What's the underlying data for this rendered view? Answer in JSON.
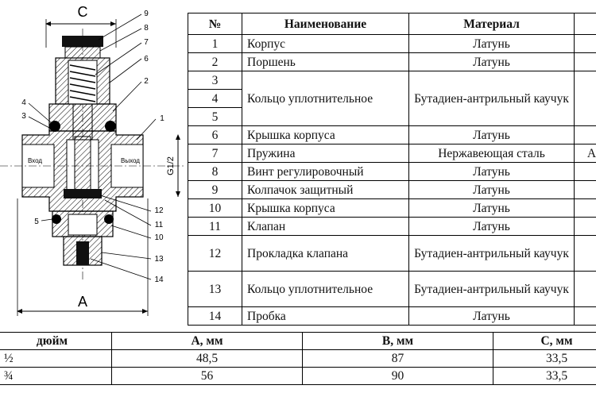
{
  "drawing": {
    "dim_top": "C",
    "dim_bottom": "A",
    "dim_side": "G1/2",
    "inlet_label": "Вход",
    "outlet_label": "Выход",
    "callouts": [
      "1",
      "2",
      "3",
      "4",
      "5",
      "6",
      "7",
      "8",
      "9",
      "10",
      "11",
      "12",
      "13",
      "14"
    ]
  },
  "parts_table": {
    "headers": [
      "№",
      "Наименование",
      "Материал",
      ""
    ],
    "rows": [
      {
        "num": [
          "1"
        ],
        "name": "Корпус",
        "material": "Латунь",
        "extra": ""
      },
      {
        "num": [
          "2"
        ],
        "name": "Поршень",
        "material": "Латунь",
        "extra": ""
      },
      {
        "num": [
          "3",
          "4",
          "5"
        ],
        "name": "Кольцо уплотнительное",
        "material": "Бутадиен-антрильный каучук",
        "extra": ""
      },
      {
        "num": [
          "6"
        ],
        "name": "Крышка корпуса",
        "material": "Латунь",
        "extra": ""
      },
      {
        "num": [
          "7"
        ],
        "name": "Пружина",
        "material": "Нержавеющая сталь",
        "extra": "А"
      },
      {
        "num": [
          "8"
        ],
        "name": "Винт регулировочный",
        "material": "Латунь",
        "extra": ""
      },
      {
        "num": [
          "9"
        ],
        "name": "Колпачок защитный",
        "material": "Латунь",
        "extra": ""
      },
      {
        "num": [
          "10"
        ],
        "name": "Крышка корпуса",
        "material": "Латунь",
        "extra": ""
      },
      {
        "num": [
          "11"
        ],
        "name": "Клапан",
        "material": "Латунь",
        "extra": ""
      },
      {
        "num": [
          "12"
        ],
        "name": "Прокладка клапана",
        "material": "Бутадиен-антрильный каучук",
        "extra": ""
      },
      {
        "num": [
          "13"
        ],
        "name": "Кольцо уплотнительное",
        "material": "Бутадиен-антрильный каучук",
        "extra": ""
      },
      {
        "num": [
          "14"
        ],
        "name": "Пробка",
        "material": "Латунь",
        "extra": ""
      }
    ]
  },
  "dims_table": {
    "headers": [
      "дюйм",
      "А, мм",
      "B, мм",
      "С, мм"
    ],
    "rows": [
      [
        "½",
        "48,5",
        "87",
        "33,5"
      ],
      [
        "¾",
        "56",
        "90",
        "33,5"
      ]
    ]
  }
}
